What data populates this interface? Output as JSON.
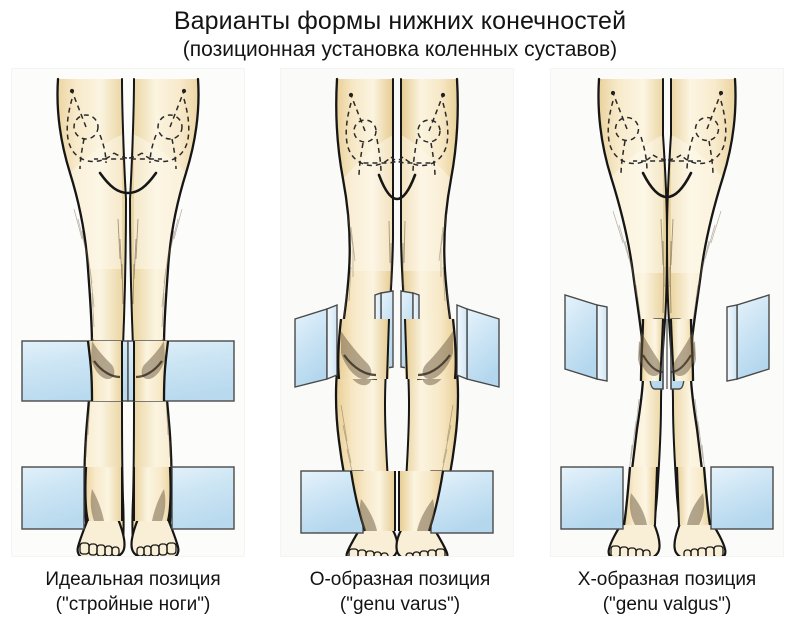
{
  "title": {
    "main": "Варианты формы нижних конечностей",
    "sub": "(позиционная установка коленных суставов)"
  },
  "panels": [
    {
      "id": "ideal",
      "caption_line1": "Идеальная позиция",
      "caption_line2": "(\"стройные ноги\")",
      "knee_plate_style": "flat-rectangles-touching",
      "ankle_plate_style": "flat-rectangles"
    },
    {
      "id": "genu-varus",
      "caption_line1": "О-образная позиция",
      "caption_line2": "(\"genu varus\")",
      "knee_plate_style": "angled-3d-plates-gap",
      "ankle_plate_style": "flat-rectangles"
    },
    {
      "id": "genu-valgus",
      "caption_line1": "Х-образная позиция",
      "caption_line2": "(\"genu valgus\")",
      "knee_plate_style": "angled-3d-plates-compressed-center",
      "ankle_plate_style": "flat-rectangles"
    }
  ],
  "colors": {
    "skin": "#f7e7c2",
    "skin_shade": "#ecd6a4",
    "skin_light": "#fbf3dd",
    "outline": "#161616",
    "plate_blue": "#cfe6f5",
    "plate_blue_dark": "#b2d6ec",
    "plate_border": "#4a4a4a",
    "panel_bg": "#fbfbfa",
    "page_bg": "#ffffff",
    "text": "#131313",
    "bone_dash": "#2a2a2a"
  },
  "illustration": {
    "subject": "frontal view of human lower limbs",
    "bone_overlay": "dashed pelvis and femoral head outline",
    "plate_count_per_panel": 4,
    "plate_meaning": "reference planes marking knee and ankle contact points"
  }
}
